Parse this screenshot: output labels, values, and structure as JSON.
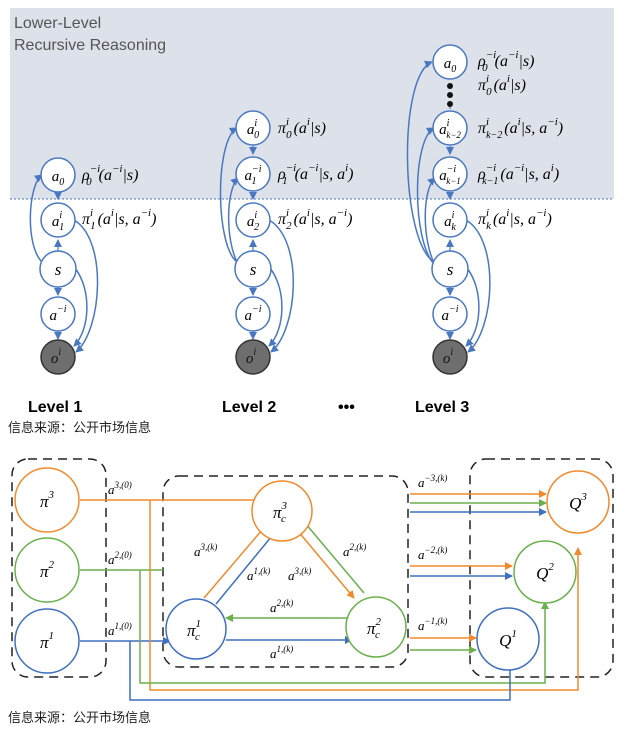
{
  "top": {
    "band_label_line1": "Lower-Level",
    "band_label_line2": "Recursive Reasoning",
    "levels": [
      {
        "label": "Level 1",
        "nodes": [
          {
            "id": "a0",
            "text": "a",
            "sub": "0"
          },
          {
            "id": "a1i",
            "text": "a",
            "sup": "i",
            "sub": "1"
          },
          {
            "id": "s",
            "text": "s"
          },
          {
            "id": "ami",
            "text": "a",
            "sup": "−i"
          },
          {
            "id": "oi",
            "text": "o",
            "sup": "i"
          }
        ],
        "policy_labels": [
          "ρ0−i(a−i|s)",
          "π1i(ai|s, a−i)"
        ]
      },
      {
        "label": "Level 2",
        "nodes": [
          {
            "id": "a0i",
            "text": "a",
            "sup": "i",
            "sub": "0"
          },
          {
            "id": "a1mi",
            "text": "a",
            "sup": "−i",
            "sub": "1"
          },
          {
            "id": "a2i",
            "text": "a",
            "sup": "i",
            "sub": "2"
          },
          {
            "id": "s",
            "text": "s"
          },
          {
            "id": "ami",
            "text": "a",
            "sup": "−i"
          },
          {
            "id": "oi",
            "text": "o",
            "sup": "i"
          }
        ],
        "policy_labels": [
          "π0i(ai|s)",
          "ρ1−i(a−i|s, ai)",
          "π2i(ai|s, a−i)"
        ]
      },
      {
        "label": "Level 3",
        "nodes": [
          {
            "id": "a0",
            "text": "a",
            "sub": "0"
          },
          {
            "id": "akm2i",
            "text": "a",
            "sup": "i",
            "sub": "k−2"
          },
          {
            "id": "akm1mi",
            "text": "a",
            "sup": "−i",
            "sub": "k−1"
          },
          {
            "id": "aki",
            "text": "a",
            "sup": "i",
            "sub": "k"
          },
          {
            "id": "s",
            "text": "s"
          },
          {
            "id": "ami",
            "text": "a",
            "sup": "−i"
          },
          {
            "id": "oi",
            "text": "o",
            "sup": "i"
          }
        ],
        "policy_labels": [
          "ρ0−i(a−i|s)",
          "π0i(ai|s)",
          "πk−2i(ai|s, a−i)",
          "ρk−1−i(a−i|s, ai)",
          "πki(ai|s, a−i)"
        ]
      }
    ],
    "ellipsis": "•••"
  },
  "source_1": "信息来源：公开市场信息",
  "bottom": {
    "policies": [
      "π3",
      "π2",
      "π1"
    ],
    "centralized": [
      "πc3",
      "πc1",
      "πc2"
    ],
    "critics": [
      "Q3",
      "Q2",
      "Q1"
    ],
    "edge_labels": {
      "a30": "a3,(0)",
      "a20": "a2,(0)",
      "a10": "a1,(0)",
      "a3k_left": "a3,(k)",
      "a2k_right": "a2,(k)",
      "a1k_inner": "a1,(k)",
      "a3k_inner": "a3,(k)",
      "a2k_mid": "a2,(k)",
      "a1k_mid": "a1,(k)",
      "am3k": "a−3,(k)",
      "am2k": "a−2,(k)",
      "am1k": "a−1,(k)"
    }
  },
  "source_2": "信息来源：公开市场信息",
  "colors": {
    "band": "#dde1ea",
    "edge": "#4a78c0",
    "dark_node": "#6e6e6e",
    "orange": "#f08a2c",
    "green": "#6ab04c",
    "blue": "#3f6fbf"
  }
}
